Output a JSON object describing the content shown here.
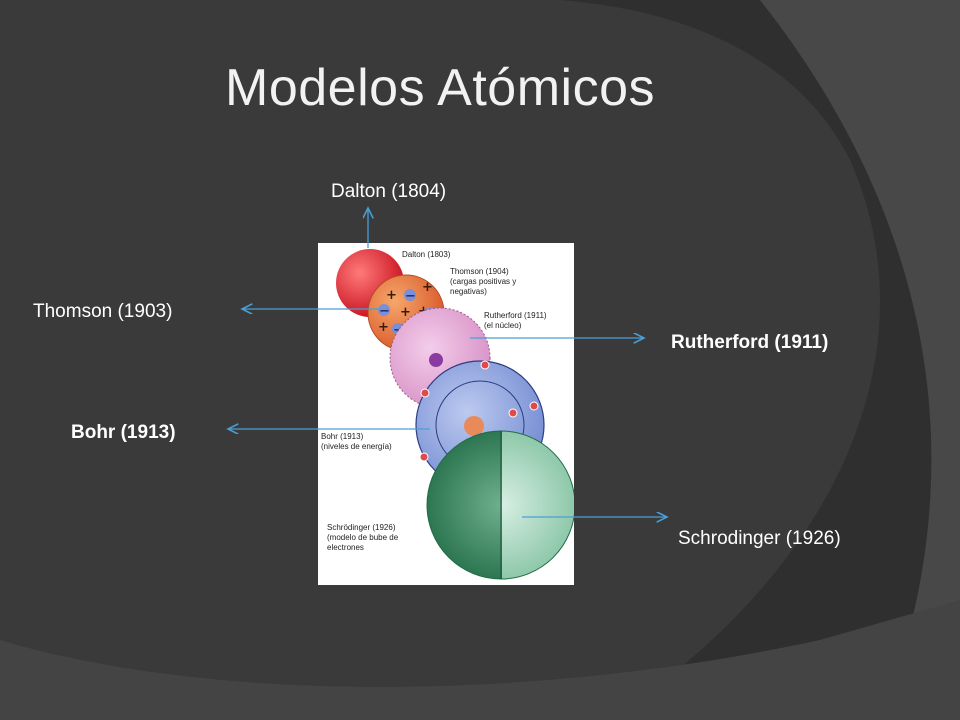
{
  "slide": {
    "title": "Modelos Atómicos",
    "background_color": "#3d3d3d",
    "labels": {
      "dalton": "Dalton (1804)",
      "thomson": "Thomson (1903)",
      "rutherford": "Rutherford (1911)",
      "bohr": "Bohr (1913)",
      "schrodinger": "Schrodinger (1926)"
    }
  },
  "figure": {
    "captions": {
      "dalton": "Dalton (1803)",
      "thomson_1": "Thomson (1904)",
      "thomson_2": "(cargas positivas y",
      "thomson_3": "negativas)",
      "rutherford_1": "Rutherford (1911)",
      "rutherford_2": "(el núcleo)",
      "bohr_1": "Bohr (1913)",
      "bohr_2": "(niveles de energía)",
      "schrodinger_1": "Schrödinger (1926)",
      "schrodinger_2": "(modelo de bube de",
      "schrodinger_3": "electrones"
    },
    "colors": {
      "dalton": "#e02a35",
      "thomson": "#e9773c",
      "rutherford": "#e6a8d6",
      "bohr": "#93a8e0",
      "schrodinger_dark": "#2f8a5c",
      "schrodinger_light": "#9fd3b8",
      "arrow": "#4a9fd8"
    }
  }
}
